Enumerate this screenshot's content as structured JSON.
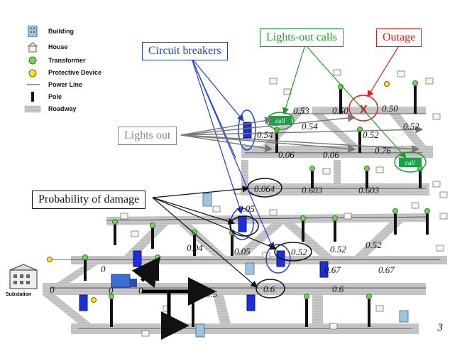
{
  "legend": {
    "items": [
      {
        "key": "building",
        "label": "Building",
        "icon": "building-icon"
      },
      {
        "key": "house",
        "label": "House",
        "icon": "house-icon"
      },
      {
        "key": "transformer",
        "label": "Transformer",
        "icon": "transformer-icon"
      },
      {
        "key": "protective",
        "label": "Protective Device",
        "icon": "protective-device-icon"
      },
      {
        "key": "powerline",
        "label": "Power Line",
        "icon": "power-line-icon"
      },
      {
        "key": "pole",
        "label": "Pole",
        "icon": "pole-icon"
      },
      {
        "key": "roadway",
        "label": "Roadway",
        "icon": "roadway-icon"
      }
    ]
  },
  "callouts": {
    "circuit_breakers": "Circuit breakers",
    "lights_out_calls": "Lights-out calls",
    "outage": "Outage",
    "lights_out": "Lights out",
    "probability_of_damage": "Probability of damage"
  },
  "call_label": "call",
  "outage_mark": "X",
  "upper_values": [
    "0.53",
    "0.50",
    "0.50",
    "0.54",
    "0.54",
    "0.52",
    "0.52",
    "0.06",
    "0.06",
    "0.76",
    "0.064",
    "0.603",
    "0.603"
  ],
  "lower_values": [
    "0.05",
    "0.04",
    "0.05",
    "0.52",
    "0.52",
    "0.52",
    "0.67",
    "0.67",
    "0.6",
    "0.6",
    "0",
    "0",
    "0",
    "0",
    "0.5"
  ],
  "substation_label": "Substation",
  "page_number": "3",
  "colors": {
    "road": "#c6c6c6",
    "road_line": "#a9a9a9",
    "blue": "#1f3fd0",
    "green": "#1f9a2c",
    "red": "#e02020",
    "gray_callout": "#888888",
    "call_fill": "#18a34a"
  }
}
